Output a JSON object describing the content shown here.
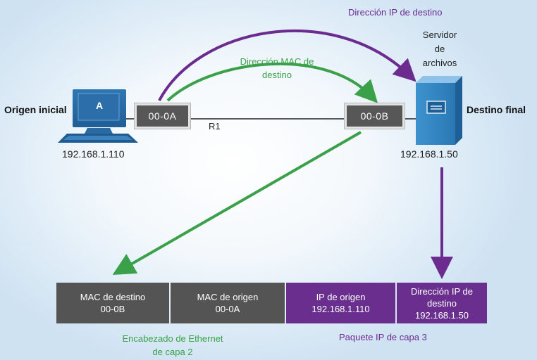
{
  "source_host": {
    "role_label": "Origen inicial",
    "icon_letter": "A",
    "ip": "192.168.1.110",
    "mac": "00-0A"
  },
  "router": {
    "name": "R1",
    "mac": "00-0B"
  },
  "server": {
    "name_lines": [
      "Servidor",
      "de",
      "archivos"
    ],
    "role_label": "Destino final",
    "ip": "192.168.1.50"
  },
  "arrows": {
    "ip_dest_label": "Dirección IP de destino",
    "mac_dest_label_lines": [
      "Dirección MAC de",
      "destino"
    ]
  },
  "header_fields": [
    {
      "lines": [
        "MAC de destino",
        "00-0B"
      ]
    },
    {
      "lines": [
        "MAC de origen",
        "00-0A"
      ]
    },
    {
      "lines": [
        "IP de origen",
        "192.168.1.110"
      ]
    },
    {
      "lines": [
        "Dirección IP de",
        "destino",
        "192.168.1.50"
      ]
    }
  ],
  "captions": {
    "layer2_lines": [
      "Encabezado de Ethernet",
      "de capa 2"
    ],
    "layer3": "Paquete IP de capa 3"
  },
  "colors": {
    "green": "#3aa14a",
    "purple": "#6b2b8f",
    "box_gray": "#545454",
    "box_violet": "#6a2f8e"
  }
}
